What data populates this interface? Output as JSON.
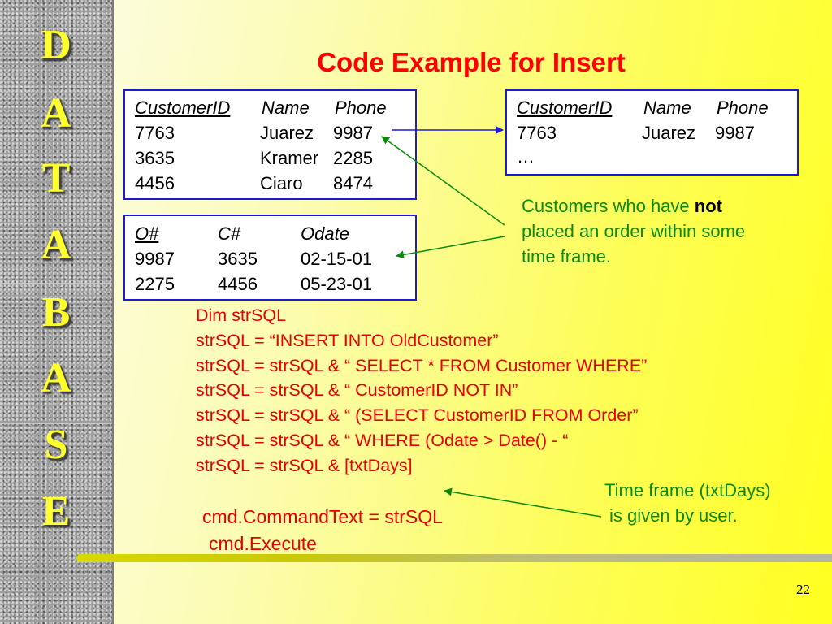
{
  "sidebar": {
    "letters": [
      "D",
      "A",
      "T",
      "A",
      "B",
      "A",
      "S",
      "E"
    ]
  },
  "title": "Code Example for Insert",
  "customer_table": {
    "headers": [
      "CustomerID",
      "Name",
      "Phone"
    ],
    "rows": [
      [
        "7763",
        "Juarez",
        "9987"
      ],
      [
        "3635",
        "Kramer",
        "2285"
      ],
      [
        "4456",
        "Ciaro",
        "8474"
      ]
    ]
  },
  "order_table": {
    "headers": [
      "O#",
      "C#",
      "Odate"
    ],
    "rows": [
      [
        "9987",
        "3635",
        "02-15-01"
      ],
      [
        "2275",
        "4456",
        "05-23-01"
      ]
    ]
  },
  "old_customer_table": {
    "headers": [
      "CustomerID",
      "Name",
      "Phone"
    ],
    "rows": [
      [
        "7763",
        "Juarez",
        "9987"
      ]
    ],
    "ellipsis": "…"
  },
  "note_customers": {
    "before": "Customers who have ",
    "emphasis": "not",
    "line2": "placed an order within some",
    "line3": "time frame."
  },
  "code_lines": [
    "Dim strSQL",
    "strSQL = “INSERT INTO OldCustomer”",
    "strSQL = strSQL & “ SELECT * FROM Customer WHERE”",
    "strSQL = strSQL & “ CustomerID NOT IN”",
    "strSQL = strSQL & “ (SELECT CustomerID FROM Order”",
    "strSQL = strSQL & “ WHERE (Odate > Date() - “",
    "strSQL = strSQL & [txtDays]"
  ],
  "cmd_lines": [
    "cmd.CommandText = strSQL",
    "cmd.Execute"
  ],
  "note_timeframe": {
    "line1": "Time frame (txtDays)",
    "line2": "is given by user."
  },
  "page_number": "22",
  "colors": {
    "title": "#ff0000",
    "code": "#e60000",
    "note": "#0a8a0a",
    "table_border": "#1b1bd6",
    "letters": "#ffff2e"
  }
}
